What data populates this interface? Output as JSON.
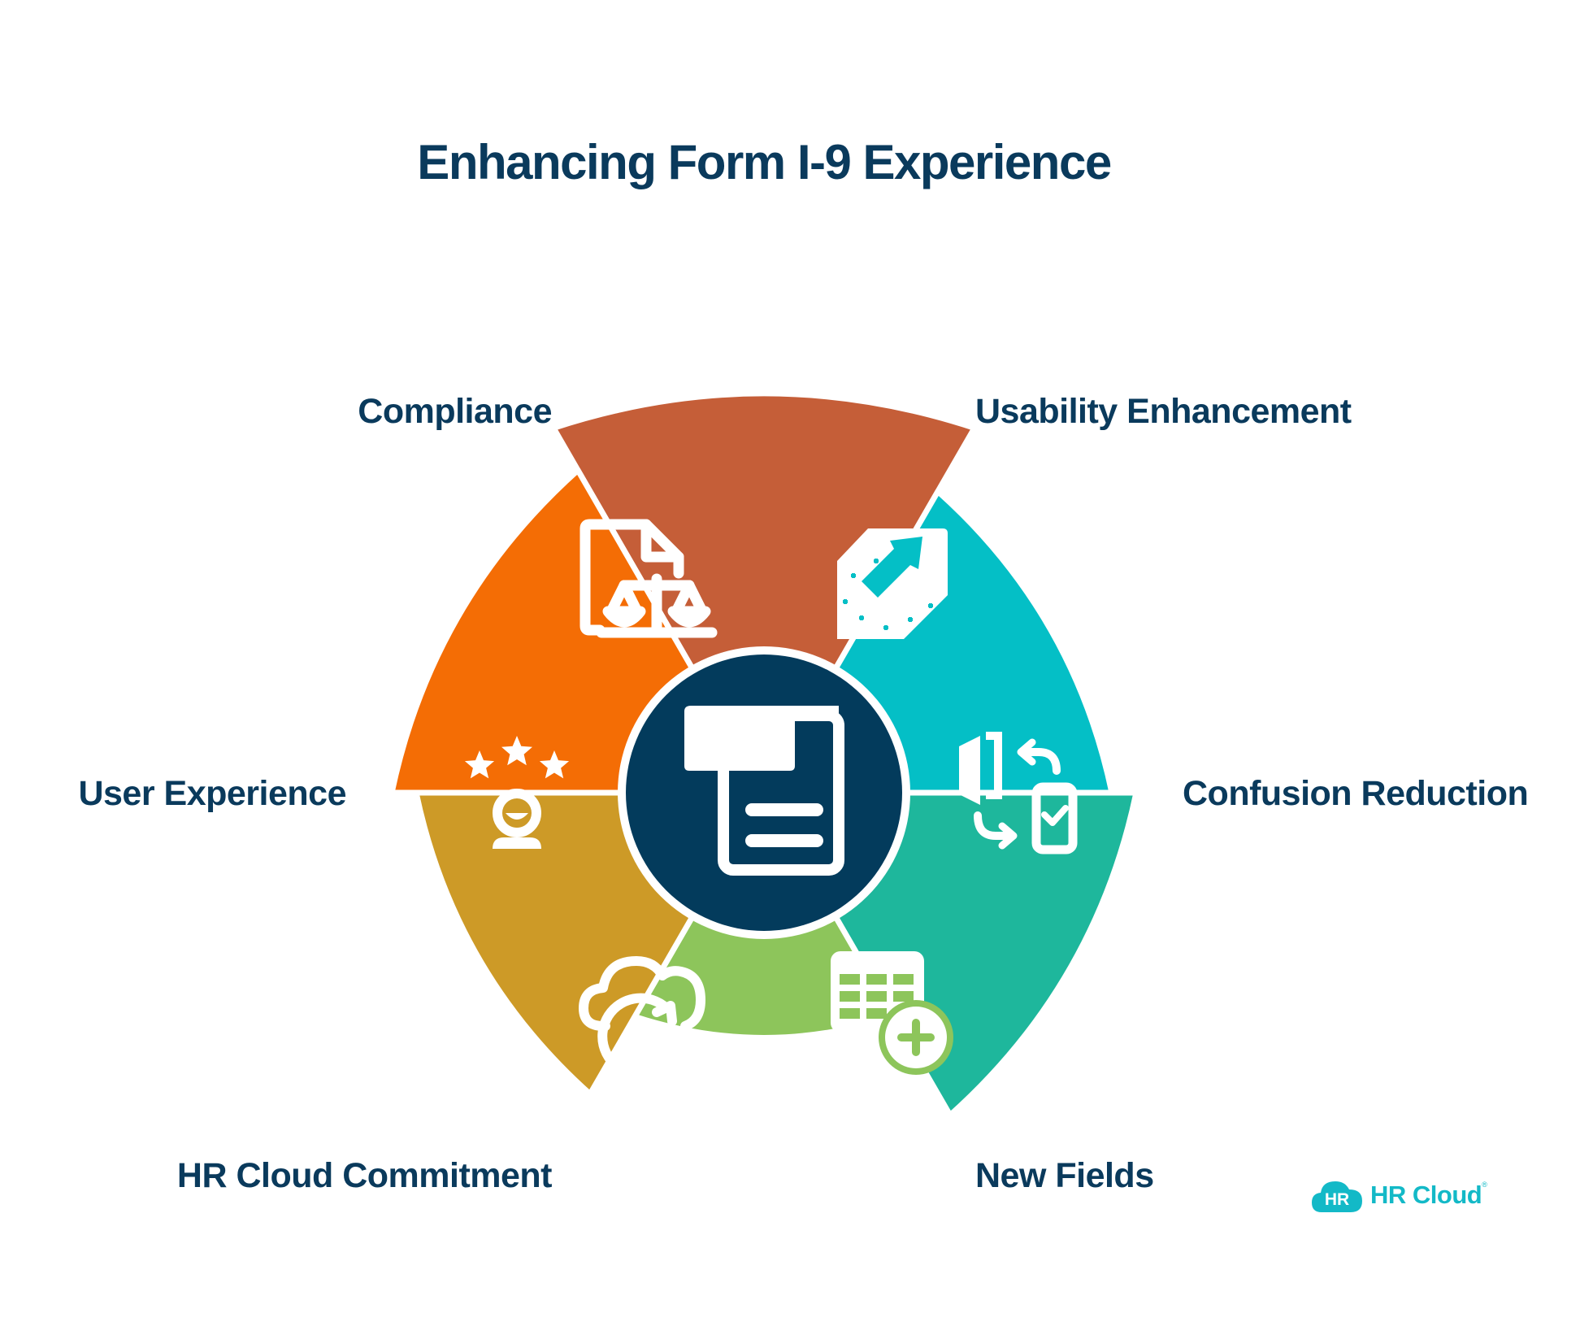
{
  "title": "Enhancing Form I-9 Experience",
  "segments": [
    {
      "label": "Compliance",
      "color": "#c55e38",
      "icon": "document-scales-icon"
    },
    {
      "label": "Usability Enhancement",
      "color": "#04bfc6",
      "icon": "document-arrow-icon"
    },
    {
      "label": "Confusion Reduction",
      "color": "#1eb79c",
      "icon": "door-phone-arrows-icon"
    },
    {
      "label": "New Fields",
      "color": "#8dc55b",
      "icon": "table-add-icon"
    },
    {
      "label": "HR Cloud Commitment",
      "color": "#cd9a27",
      "icon": "cloud-refresh-icon"
    },
    {
      "label": "User Experience",
      "color": "#f46d05",
      "icon": "user-stars-icon"
    }
  ],
  "center": {
    "color": "#033b5c",
    "icon": "form-document-icon"
  },
  "logo": {
    "mark": "HR",
    "text": "HR Cloud",
    "tm": "®"
  }
}
